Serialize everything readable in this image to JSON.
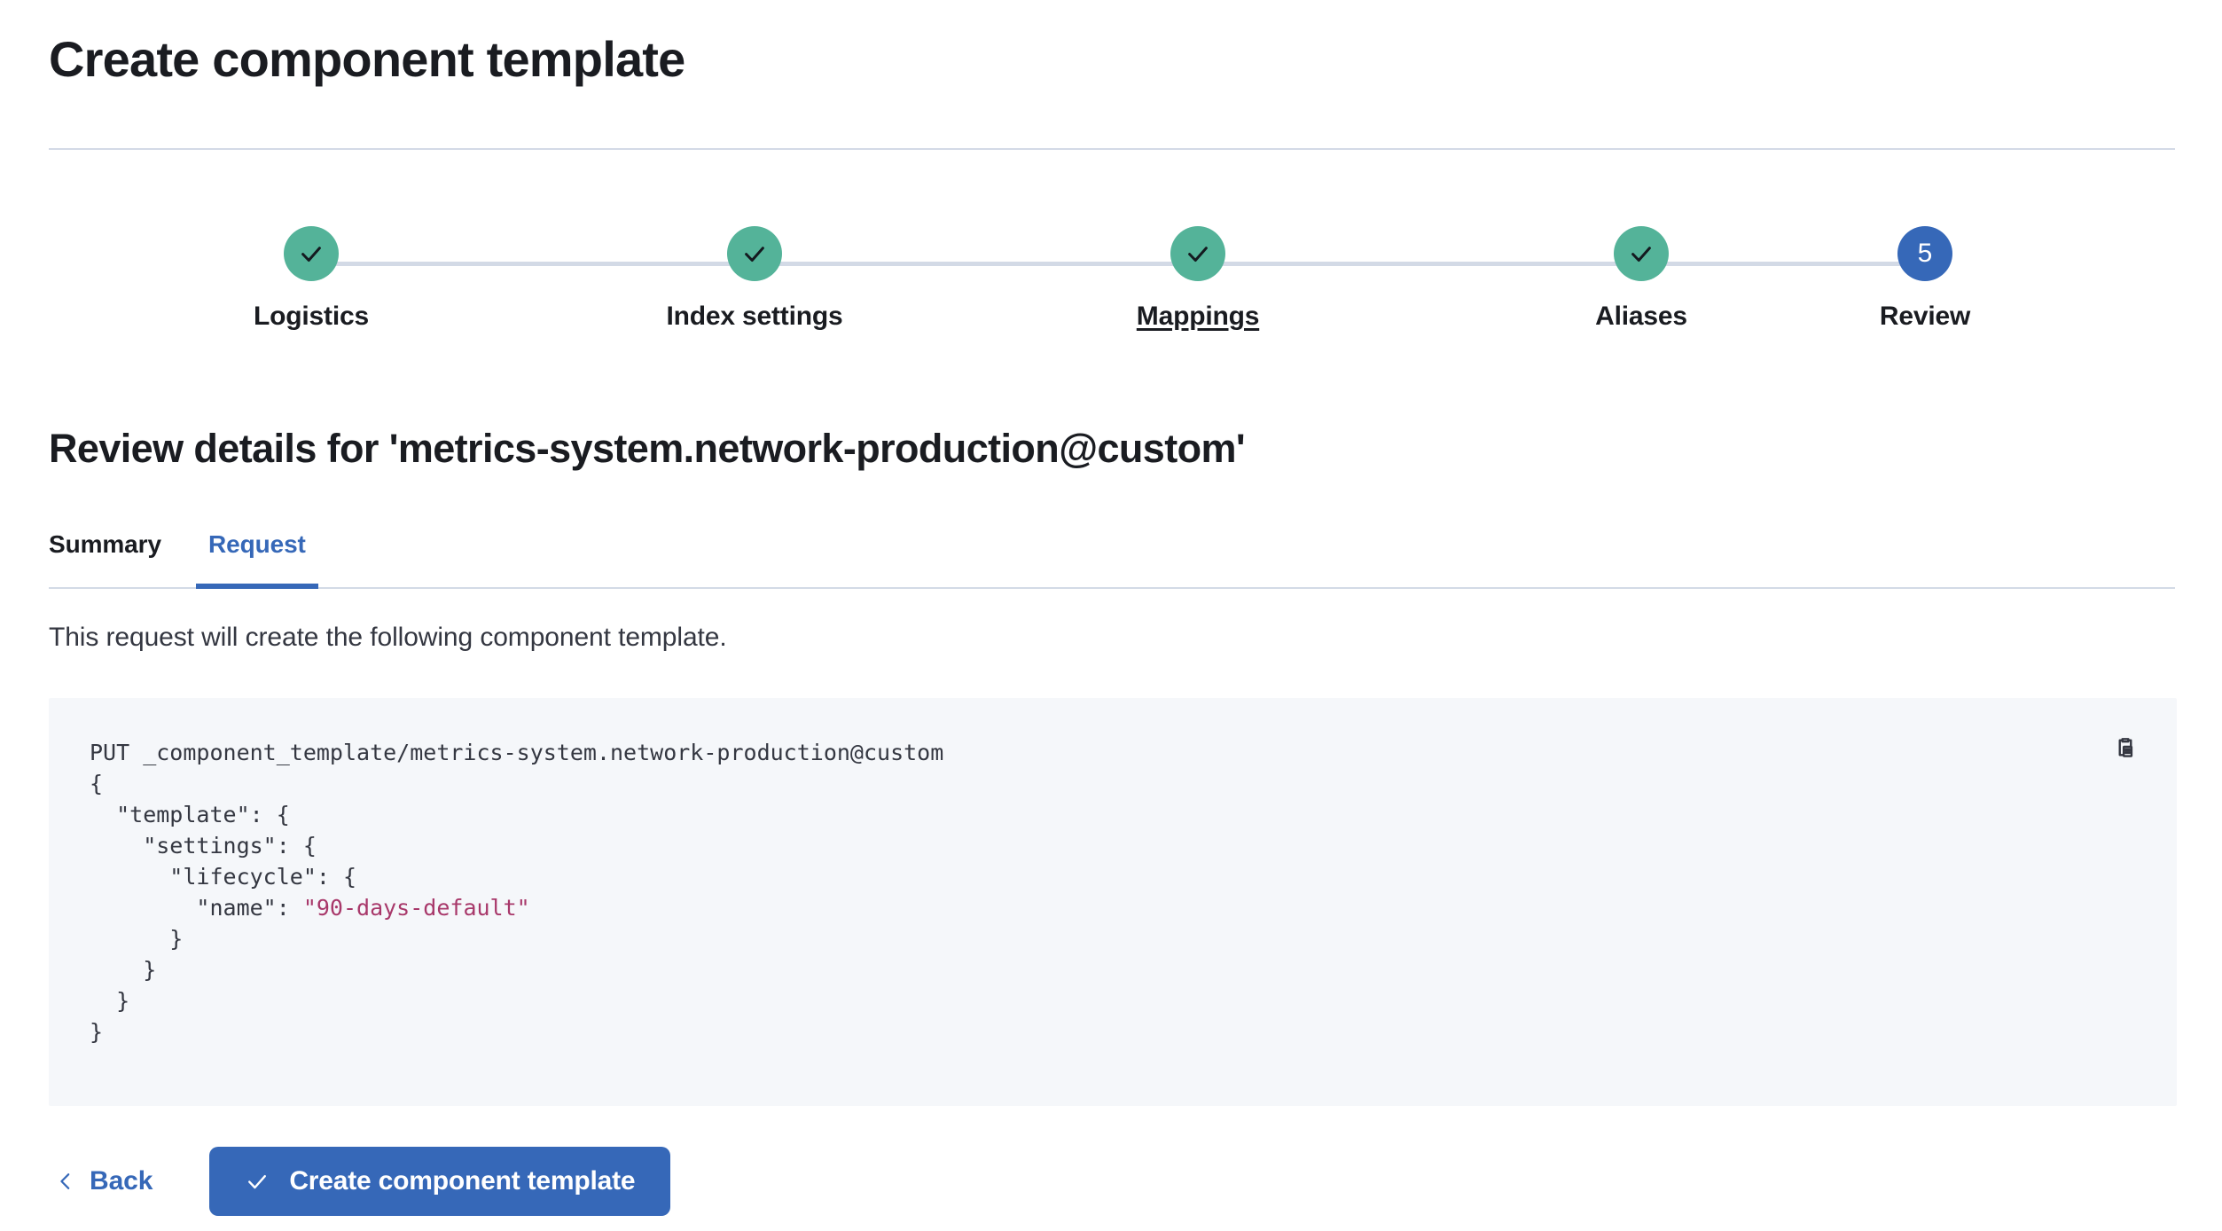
{
  "header": {
    "title": "Create component template"
  },
  "stepper": {
    "steps": [
      {
        "label": "Logistics",
        "state": "done",
        "icon": "check-icon",
        "badge": ""
      },
      {
        "label": "Index settings",
        "state": "done",
        "icon": "check-icon",
        "badge": ""
      },
      {
        "label": "Mappings",
        "state": "done",
        "icon": "check-icon",
        "badge": "",
        "hovered": true
      },
      {
        "label": "Aliases",
        "state": "done",
        "icon": "check-icon",
        "badge": ""
      },
      {
        "label": "Review",
        "state": "current",
        "icon": "",
        "badge": "5"
      }
    ],
    "done_color": "#54b399",
    "current_color": "#3668b8",
    "track_color": "#d3dae6"
  },
  "review": {
    "heading": "Review details for 'metrics-system.network-production@custom'",
    "tabs": [
      {
        "label": "Summary",
        "active": false
      },
      {
        "label": "Request",
        "active": true
      }
    ],
    "description": "This request will create the following component template.",
    "accent_color": "#3668b8"
  },
  "code": {
    "copy_icon": "copy-clipboard-icon",
    "background": "#f5f7fa",
    "text_color": "#343741",
    "string_color": "#a8386a",
    "method": "PUT",
    "path": "_component_template/metrics-system.network-production@custom",
    "line_1": "PUT _component_template/metrics-system.network-production@custom",
    "line_2": "{",
    "line_3": "  \"template\": {",
    "line_4": "    \"settings\": {",
    "line_5": "      \"lifecycle\": {",
    "line_6_key": "        \"name\": ",
    "line_6_value": "\"90-days-default\"",
    "line_7": "      }",
    "line_8": "    }",
    "line_9": "  }",
    "line_10": "}"
  },
  "actions": {
    "back_label": "Back",
    "back_icon": "chevron-left-icon",
    "create_label": "Create component template",
    "create_icon": "check-icon",
    "create_color": "#3668b8"
  }
}
